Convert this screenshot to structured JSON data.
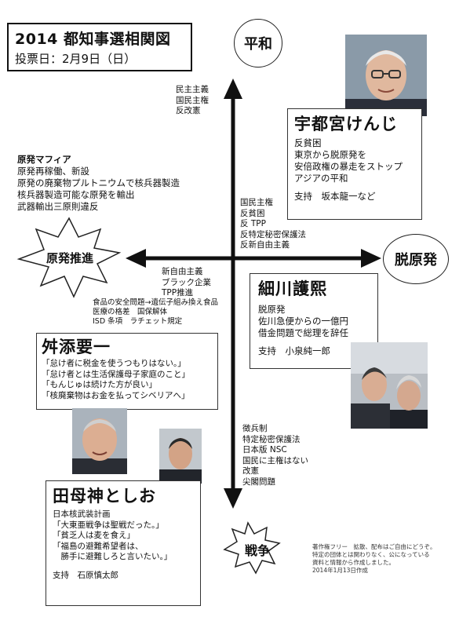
{
  "header": {
    "title": "2014 都知事選相関図",
    "date": "投票日：2月9日（日）"
  },
  "axes": {
    "top": "平和",
    "right": "脱原発",
    "left": "原発推進",
    "bottom": "戦争"
  },
  "notes": {
    "top_left_of_axis": [
      "民主主義",
      "国民主権",
      "反改憲"
    ],
    "center_right": [
      "国民主権",
      "反貧困",
      "反 TPP",
      "反特定秘密保護法",
      "反新自由主義"
    ],
    "center_left": [
      "新自由主義",
      "ブラック企業",
      "TPP推進"
    ],
    "tpp_detail": [
      "食品の安全問題→遺伝子組み換え食品",
      "医療の格差　国保解体",
      "ISD 条項　ラチェット規定"
    ],
    "bottom_right": [
      "徴兵制",
      "特定秘密保護法",
      "日本版 NSC",
      "国民に主権はない",
      "改憲",
      "尖閣問題"
    ]
  },
  "mafia": {
    "title": "原発マフィア",
    "lines": [
      "原発再稼働、新設",
      "原発の廃棄物プルトニウムで核兵器製造",
      "核兵器製造可能な原発を輸出",
      "武器輸出三原則違反"
    ]
  },
  "candidates": {
    "utsunomiya": {
      "name": "宇都宮けんじ",
      "lines": [
        "反貧困",
        "東京から脱原発を",
        "安倍政権の暴走をストップ",
        "アジアの平和"
      ],
      "support": "支持　坂本龍一など"
    },
    "hosokawa": {
      "name": "細川護熙",
      "lines": [
        "脱原発",
        "佐川急便からの一億円",
        "借金問題で総理を辞任"
      ],
      "support": "支持　小泉純一郎"
    },
    "masuzoe": {
      "name": "舛添要一",
      "lines": [
        "「怠け者に税金を使うつもりはない。」",
        "「怠け者とは生活保護母子家庭のこと」",
        "「もんじゅは続けた方が良い」",
        "「核廃棄物はお金を払ってシベリアへ」"
      ]
    },
    "tamogami": {
      "name": "田母神としお",
      "lines": [
        "日本核武装計画",
        "「大東亜戦争は聖戦だった。」",
        "「貧乏人は麦を食え」",
        "「福島の避難希望者は、",
        "　勝手に避難しろと言いたい。」"
      ],
      "support": "支持　石原慎太郎"
    }
  },
  "copyright": [
    "著作権フリー　拡散、配布はご自由にどうぞ。",
    "特定の団体とは関わりなく、公になっている",
    "資料と情報から作成しました。",
    "2014年1月13日作成"
  ]
}
